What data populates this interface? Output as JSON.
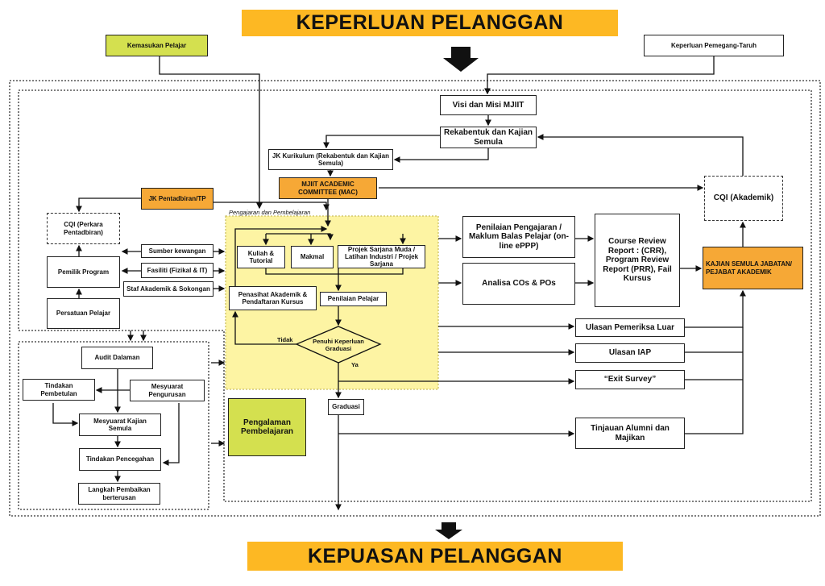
{
  "title_top": "KEPERLUAN PELANGGAN",
  "title_bottom": "KEPUASAN PELANGGAN",
  "inputs": {
    "student_intake": "Kemasukan Pelajar",
    "stakeholder": "Keperluan Pemegang-Taruh"
  },
  "governance": {
    "vision": "Visi dan Misi MJIIT",
    "redesign": "Rekabentuk dan Kajian Semula",
    "jk_kurikulum": "JK Kurikulum (Rekabentuk dan Kajian Semula)",
    "mac": "MJIIT ACADEMIC COMMITTEE (MAC)",
    "jk_pentadbiran": "JK Pentadbiran/TP"
  },
  "admin": {
    "cqi_admin": "CQI (Perkara Pentadbiran)",
    "program_owner": "Pemilik Program",
    "student_union": "Persatuan Pelajar",
    "finance": "Sumber kewangan",
    "facilities": "Fasiliti (Fizikal & IT)",
    "staff": "Staf Akademik & Sokongan"
  },
  "teaching": {
    "section_label": "Pengajaran dan Pembelajaran",
    "lecture": "Kuliah & Tutorial",
    "lab": "Makmal",
    "project": "Projek Sarjana Muda / Latihan Industri / Projek Sarjana",
    "advisor": "Penasihat Akademik & Pendaftaran Kursus",
    "assessment": "Penilaian Pelajar",
    "decision": "Penuhi Keperluan Graduasi",
    "no": "Tidak",
    "yes": "Ya",
    "graduation": "Graduasi",
    "experience": "Pengalaman Pembelajaran"
  },
  "review": {
    "teaching_eval": "Penilaian Pengajaran / Maklum Balas Pelajar (on-line ePPP)",
    "analysis": "Analisa COs & POs",
    "reports": "Course Review Report : (CRR), Program Review Report (PRR), Fail Kursus",
    "cqi_academic": "CQI (Akademik)",
    "dept_review": "KAJIAN SEMULA JABATAN/ PEJABAT AKADEMIK",
    "external": "Ulasan Pemeriksa Luar",
    "iap": "Ulasan IAP",
    "exit": "“Exit Survey”",
    "alumni": "Tinjauan Alumni dan Majikan"
  },
  "audit": {
    "internal_audit": "Audit Dalaman",
    "corrective": "Tindakan Pembetulan",
    "mgmt_meeting": "Mesyuarat Pengurusan",
    "review_meeting": "Mesyuarat Kajian Semula",
    "preventive": "Tindakan Pencegahan",
    "continuous": "Langkah Pembaikan berterusan"
  }
}
